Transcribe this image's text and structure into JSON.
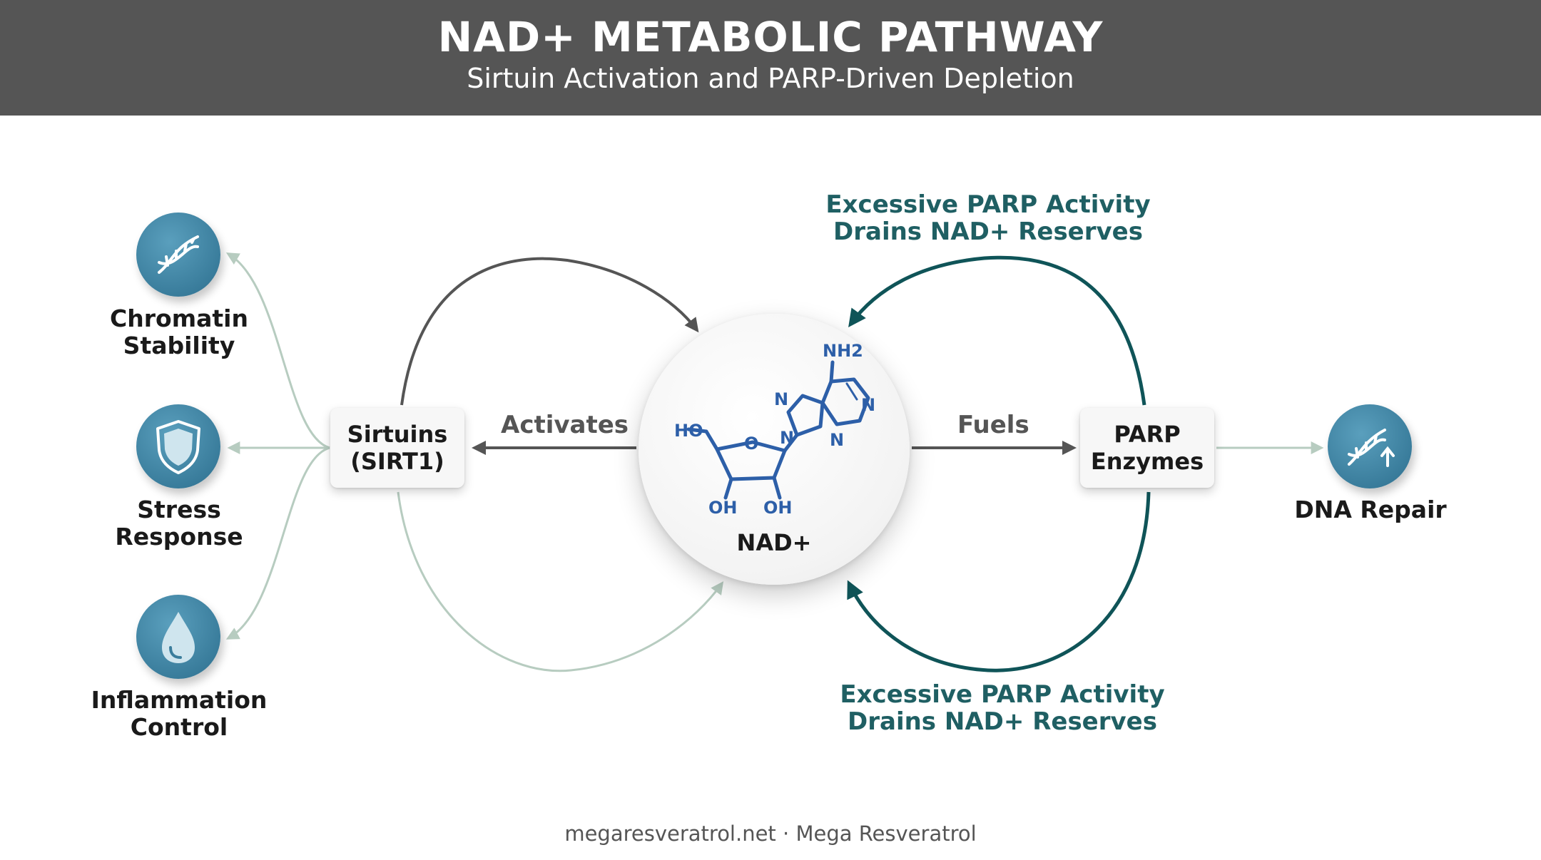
{
  "header": {
    "title": "NAD+ METABOLIC PATHWAY",
    "subtitle": "Sirtuin Activation and PARP-Driven Depletion"
  },
  "nodes": {
    "sirtuins": [
      "Sirtuins",
      "(SIRT1)"
    ],
    "parp": [
      "PARP",
      "Enzymes"
    ],
    "nad": "NAD+"
  },
  "molecule": {
    "labels": [
      "NH2",
      "N",
      "N",
      "N",
      "N",
      "HO",
      "O",
      "OH",
      "OH"
    ]
  },
  "edges": {
    "activates": "Activates",
    "fuels": "Fuels"
  },
  "outcomes": [
    {
      "icon": "dna-icon",
      "lines": [
        "Chromatin",
        "Stability"
      ]
    },
    {
      "icon": "shield-icon",
      "lines": [
        "Stress",
        "Response"
      ]
    },
    {
      "icon": "water-drop-icon",
      "lines": [
        "Inflammation",
        "Control"
      ]
    }
  ],
  "parp_outcome": {
    "icon": "dna-repair-icon",
    "label": "DNA Repair"
  },
  "parp_notes": {
    "top": [
      "Excessive PARP Activity",
      "Drains NAD+ Reserves"
    ],
    "bottom": [
      "Excessive PARP Activity",
      "Drains NAD+ Reserves"
    ]
  },
  "colors": {
    "header": "#555555",
    "teal": "#1f5f63",
    "icon_blue": "#3a7d9c",
    "molecule_blue": "#2d5fa8",
    "light_green": "#b7ccc0",
    "gray_arrow": "#555555"
  },
  "footer": "megaresveratrol.net · Mega Resveratrol"
}
